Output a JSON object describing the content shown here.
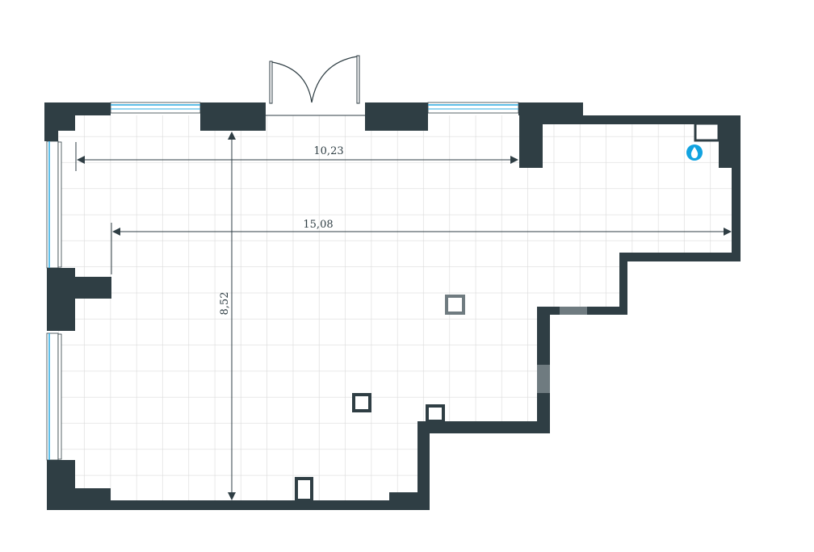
{
  "plan": {
    "dimensions": [
      {
        "id": "width_top",
        "label": "10,23"
      },
      {
        "id": "width_full",
        "label": "15,08"
      },
      {
        "id": "height",
        "label": "8,52"
      }
    ],
    "icons": {
      "water_point": "water-drop-icon"
    },
    "colors": {
      "wall": "#2f3e44",
      "window": "#29a8e0",
      "water": "#12a3e0",
      "grid": "#dcdcdc",
      "opening": "#6f7b80"
    }
  }
}
